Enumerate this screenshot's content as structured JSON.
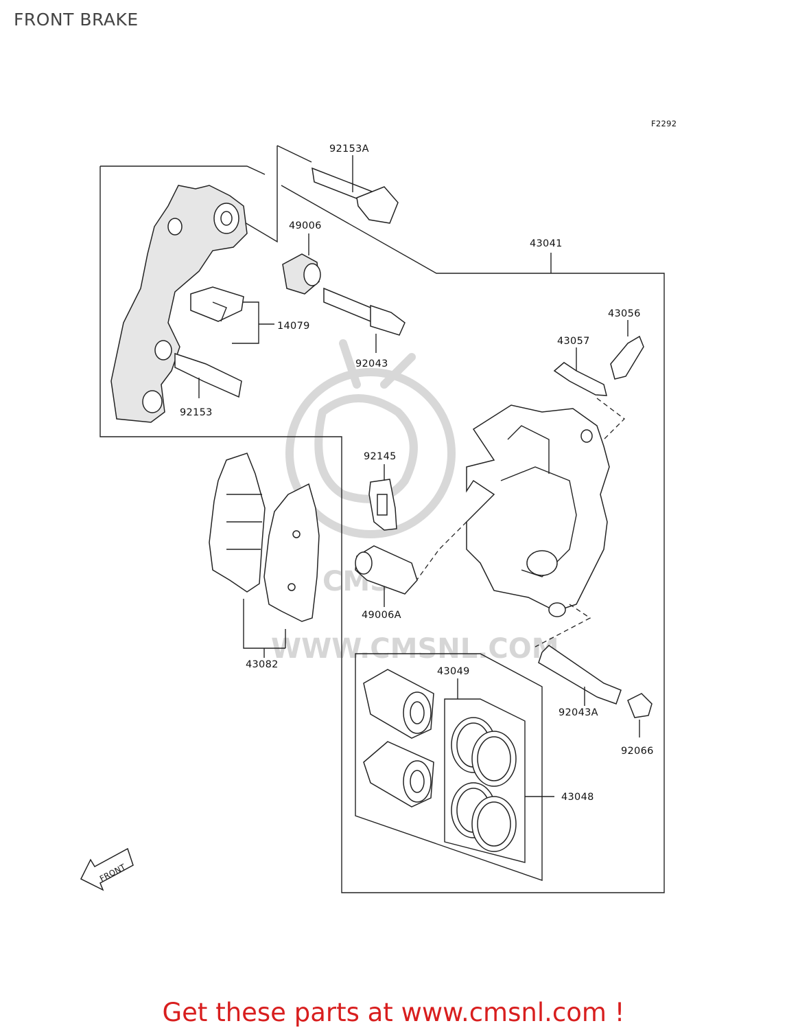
{
  "header": {
    "title": "FRONT BRAKE"
  },
  "diagram": {
    "figure_code": "F2292",
    "front_label": "FRONT",
    "watermark_text": "WWW.CMSNL.COM",
    "watermark_logo_text": "CMS",
    "part_labels": [
      "92153A",
      "49006",
      "43041",
      "14079",
      "92043",
      "43056",
      "43057",
      "92153",
      "92145",
      "49006A",
      "43082",
      "43049",
      "92043A",
      "92066",
      "43048"
    ]
  },
  "footer": {
    "cta_text": "Get these parts at www.cmsnl.com !"
  }
}
